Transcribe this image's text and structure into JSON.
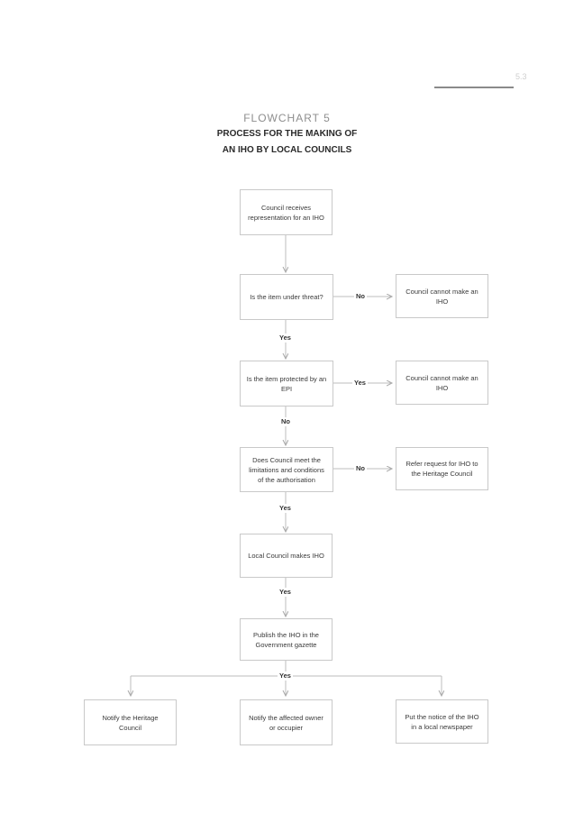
{
  "header": {
    "page_number": "5.3"
  },
  "title": {
    "label": "FLOWCHART 5",
    "line1": "PROCESS FOR THE MAKING OF",
    "line2": "AN IHO BY LOCAL COUNCILS"
  },
  "nodes": {
    "receive": "Council receives representation for an IHO",
    "threat": "Is the item under threat?",
    "cannot1": "Council cannot make an IHO",
    "epi": "Is the item protected by an EPI",
    "cannot2": "Council cannot make an IHO",
    "limits": "Does Council meet the limitations and conditions of the authorisation",
    "refer": "Refer request for IHO to the Heritage Council",
    "makes": "Local Council makes IHO",
    "publish": "Publish the IHO in the Government gazette",
    "notify_hc": "Notify the Heritage Council",
    "notify_owner": "Notify the affected owner or occupier",
    "newspaper": "Put the notice of the IHO in a local newspaper"
  },
  "edge_labels": {
    "threat_no": "No",
    "threat_yes": "Yes",
    "epi_yes": "Yes",
    "epi_no": "No",
    "limits_no": "No",
    "limits_yes": "Yes",
    "makes_yes": "Yes",
    "publish_yes": "Yes"
  }
}
